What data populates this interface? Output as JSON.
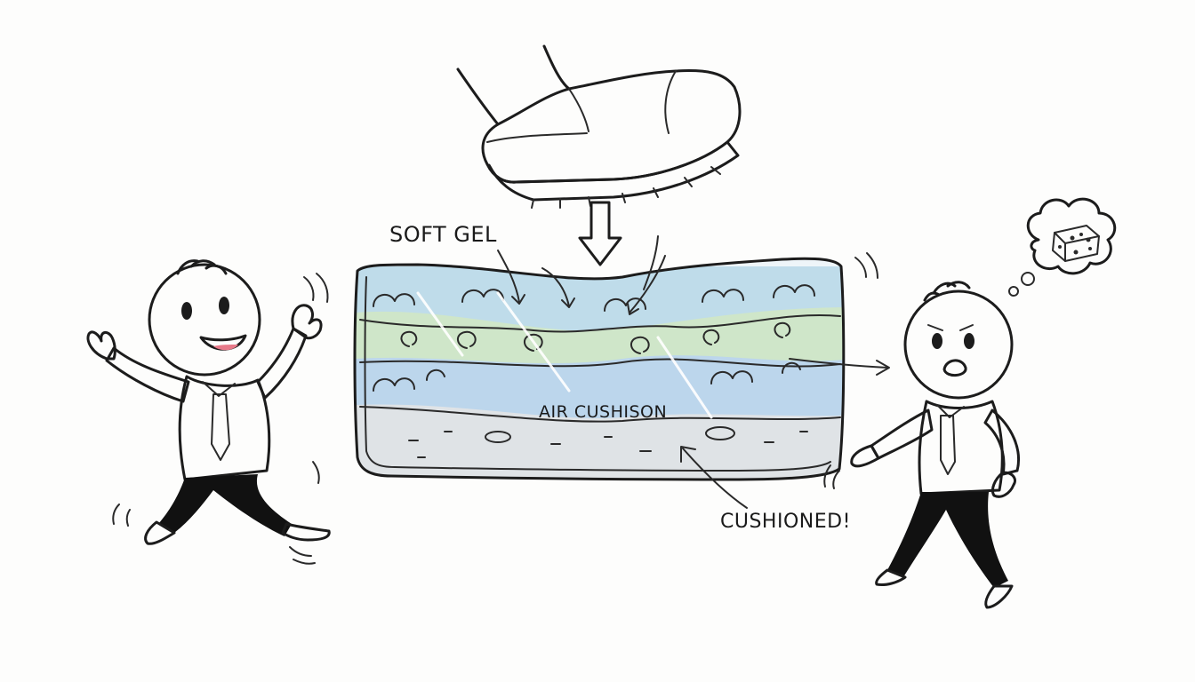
{
  "labels": {
    "soft_gel": "SOFT GEL",
    "air_cushion": "AIR CUSHISON",
    "cushioned": "CUSHIONED!"
  },
  "colors": {
    "ink": "#1c1c1c",
    "gel_blue": "#bfdcea",
    "gel_green": "#cfe6c9",
    "air_blue": "#bcd6ec",
    "base_grey": "#dfe3e6",
    "tie_gold": "#e8b84a",
    "sponge_tan": "#efe3c4"
  },
  "icons": [
    "boot-icon",
    "down-arrow-icon",
    "cushion-pad-icon",
    "happy-stickman-icon",
    "worried-stickman-icon",
    "thought-bubble-icon",
    "sponge-icon"
  ]
}
